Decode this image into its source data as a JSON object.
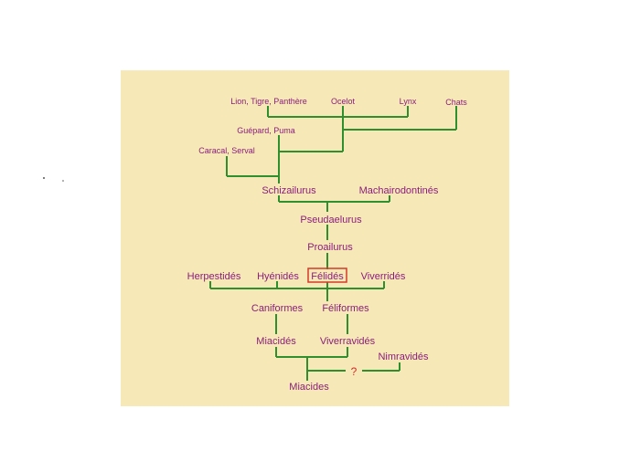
{
  "diagram": {
    "nodes": {
      "lion": "Lion, Tigre, Panthère",
      "ocelot": "Ocelot",
      "lynx": "Lynx",
      "chats": "Chats",
      "guepard": "Guépard, Puma",
      "caracal": "Caracal, Serval",
      "schizailurus": "Schizailurus",
      "machairodontines": "Machairodontinés",
      "pseudaelurus": "Pseudaelurus",
      "proailurus": "Proailurus",
      "herpestides": "Herpestidés",
      "hyenides": "Hyénidés",
      "felides": "Félidés",
      "viverrides": "Viverridés",
      "caniformes": "Caniformes",
      "feliformes": "Féliformes",
      "miacides_node": "Miacidés",
      "viverravides": "Viverravidés",
      "nimravides": "Nimravidés",
      "unknown": "?",
      "miacides_root": "Miacides"
    },
    "highlighted_node": "felides",
    "colors": {
      "background": "#f7e9b7",
      "label": "#8b1d7a",
      "edge": "#2f8f2f",
      "highlight": "#d23a2a"
    }
  }
}
